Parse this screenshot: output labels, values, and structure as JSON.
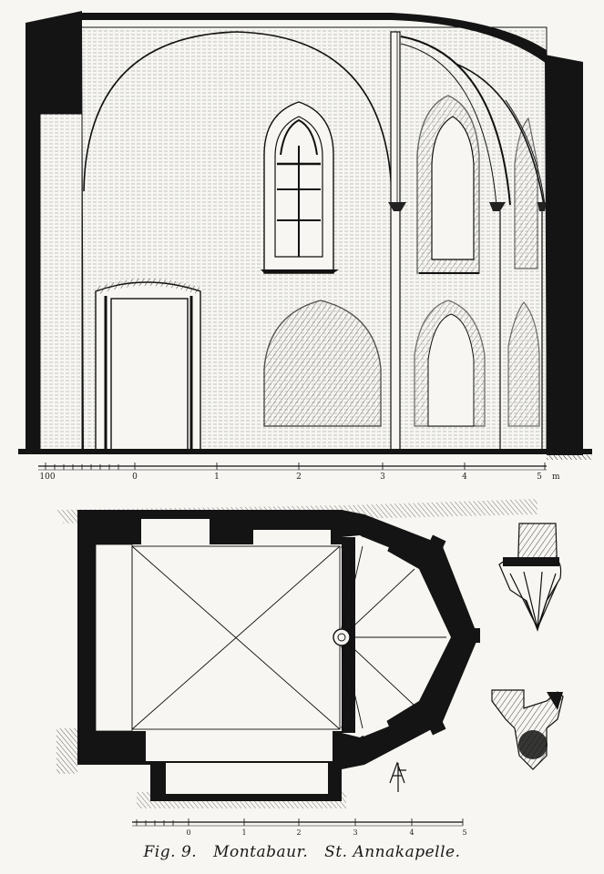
{
  "caption": {
    "fig": "Fig. 9.",
    "place": "Montabaur.",
    "title": "St. Annakapelle."
  },
  "section_scale": {
    "labels": [
      "100",
      "0",
      "1",
      "2",
      "3",
      "4",
      "5"
    ],
    "unit": "m"
  },
  "plan_scale": {
    "labels": [
      "0",
      "1",
      "2",
      "3",
      "4",
      "5"
    ]
  },
  "monogram": "AF",
  "colors": {
    "ink": "#141414",
    "paper": "#f7f6f2",
    "hatch": "#3a3a3a"
  }
}
